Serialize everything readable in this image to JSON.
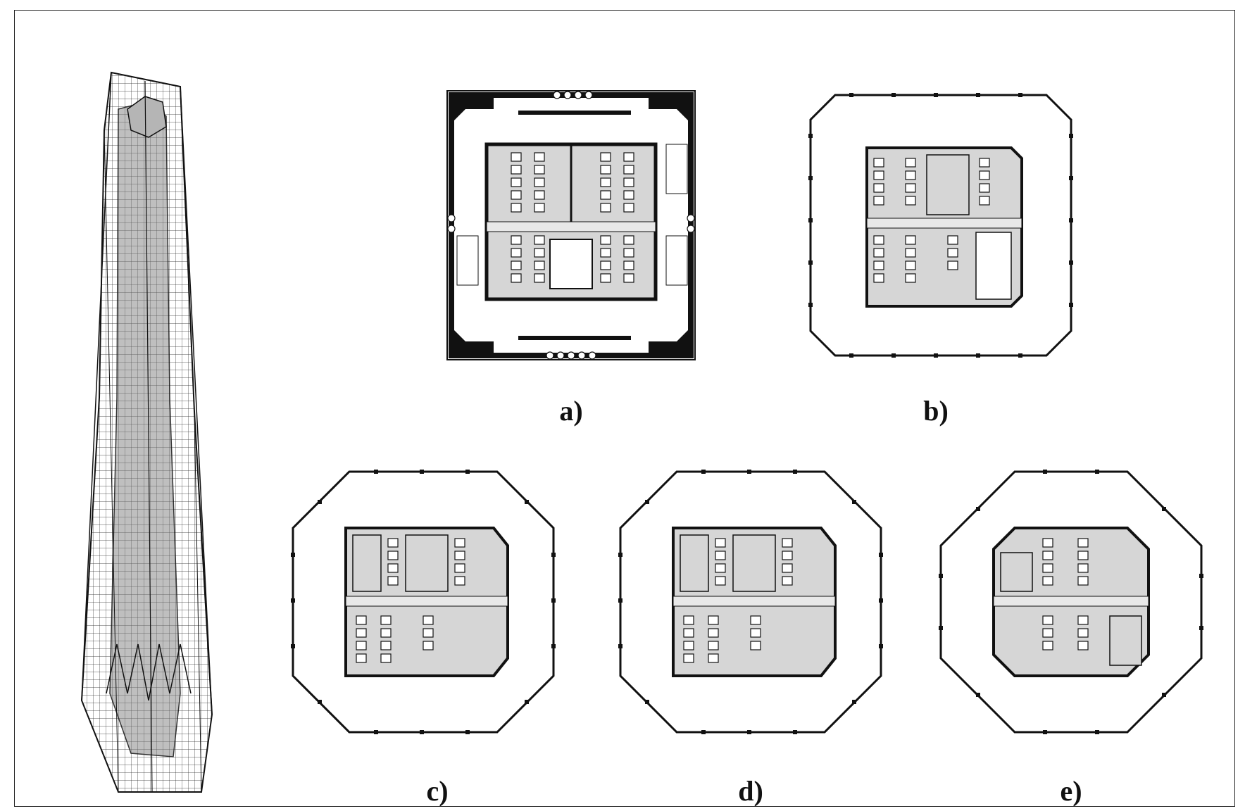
{
  "figure": {
    "labels": {
      "a": "a)",
      "b": "b)",
      "c": "c)",
      "d": "d)",
      "e": "e)"
    }
  },
  "colors": {
    "line": "#111111",
    "fill_gray": "#d6d6d6",
    "tower_gray": "#b5b5b5",
    "background": "#ffffff"
  }
}
